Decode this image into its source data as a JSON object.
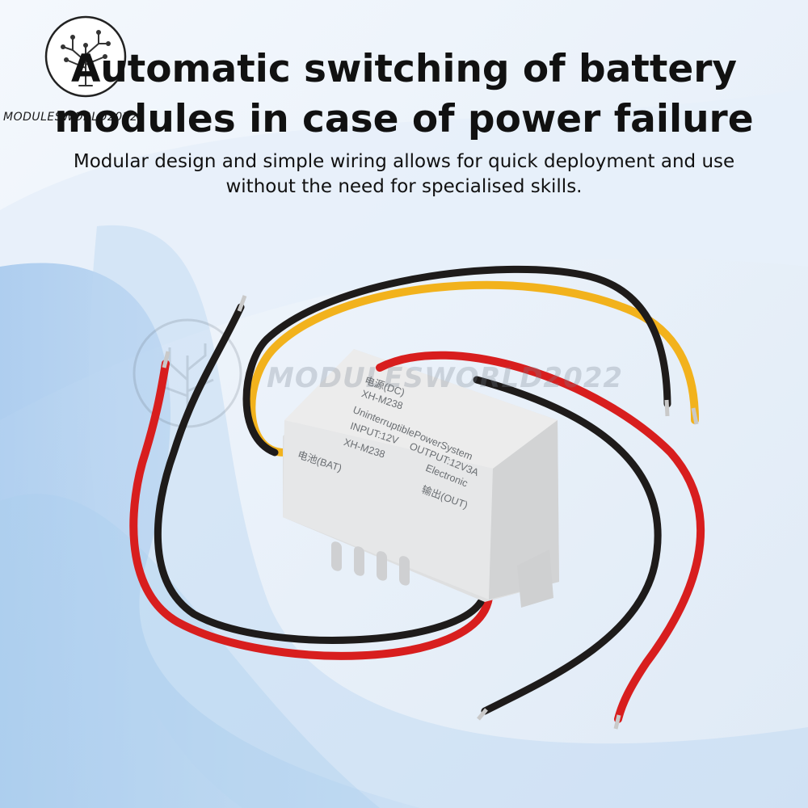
{
  "watermark": {
    "brand": "MODULESWORLD2022"
  },
  "headline": {
    "line1": "Automatic switching of battery",
    "line2": "modules in case of power failure"
  },
  "subtitle": {
    "line1": "Modular design and simple wiring allows for quick deployment and use",
    "line2": "without the need for specialised skills."
  },
  "product_label": {
    "input_dc": "电源(DC)",
    "model_top": "XH-M238",
    "system_name": "UninterruptiblePowerSystem",
    "input_rating": "INPUT:12V",
    "output_rating": "OUTPUT:12V3A",
    "model_bottom": "XH-M238",
    "brand": "Electronic",
    "battery": "电池(BAT)",
    "output": "输出(OUT)"
  },
  "colors": {
    "background": "#eef4fb",
    "wire_red": "#d81e1e",
    "wire_black": "#1e1b1a",
    "wire_yellow": "#f2b21c",
    "module_body": "#e9eaeb"
  },
  "icons": [
    "circuit-tree-logo-icon"
  ]
}
